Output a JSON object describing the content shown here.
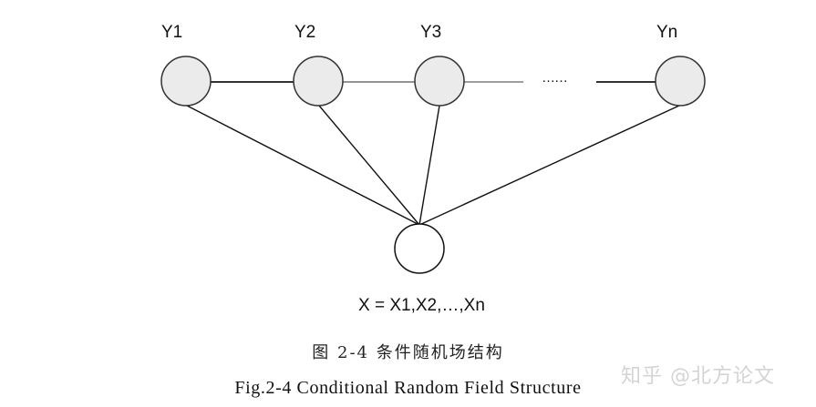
{
  "diagram": {
    "nodes": [
      {
        "id": "Y1",
        "label": "Y1",
        "kind": "output"
      },
      {
        "id": "Y2",
        "label": "Y2",
        "kind": "output"
      },
      {
        "id": "Y3",
        "label": "Y3",
        "kind": "output"
      },
      {
        "id": "Yn",
        "label": "Yn",
        "kind": "output"
      },
      {
        "id": "X",
        "label": "X = X1,X2,…,Xn",
        "kind": "input"
      }
    ],
    "edges": [
      [
        "Y1",
        "Y2"
      ],
      [
        "Y2",
        "Y3"
      ],
      [
        "Y3",
        "ellipsis"
      ],
      [
        "ellipsis",
        "Yn"
      ],
      [
        "Y1",
        "X"
      ],
      [
        "Y2",
        "X"
      ],
      [
        "Y3",
        "X"
      ],
      [
        "Yn",
        "X"
      ]
    ],
    "ellipsis": "……",
    "colors": {
      "output_fill": "#ebebeb",
      "input_fill": "#ffffff",
      "stroke": "#333333"
    }
  },
  "caption": {
    "chinese": "图 2-4 条件随机场结构",
    "english": "Fig.2-4 Conditional Random Field Structure"
  },
  "watermark": "知乎 @北方论文"
}
